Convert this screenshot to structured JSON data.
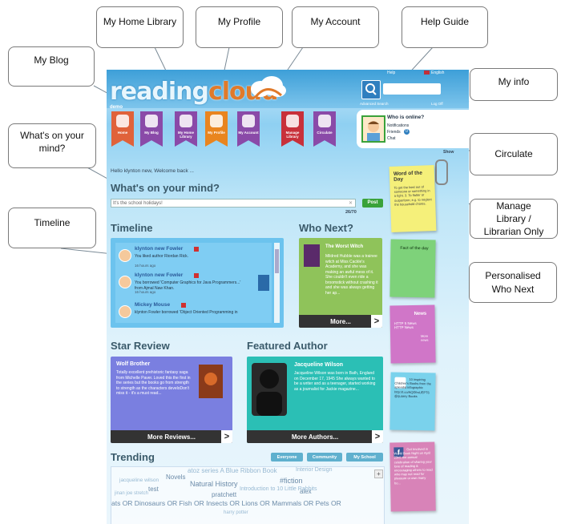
{
  "callouts": {
    "home_library": "My Home Library",
    "profile": "My Profile",
    "account": "My Account",
    "help_guide": "Help Guide",
    "blog": "My Blog",
    "whats_on_mind": "What's on your mind?",
    "my_info": "My info",
    "circulate": "Circulate",
    "manage_library": "Manage Library / Librarian Only",
    "timeline": "Timeline",
    "personalised": "Personalised Who Next"
  },
  "header": {
    "logo_left": "reading",
    "logo_right": "cloud",
    "user_tag": "demo",
    "help": "Help",
    "language": "English",
    "advanced_search": "Advanced Search",
    "logout": "Log Off",
    "search_value": ""
  },
  "nav": [
    {
      "label": "Home",
      "color": "#e0623a"
    },
    {
      "label": "My Blog",
      "color": "#8a4aa8"
    },
    {
      "label": "My Home Library",
      "color": "#8a4aa8"
    },
    {
      "label": "My Profile",
      "color": "#e9851f"
    },
    {
      "label": "My Account",
      "color": "#8a4aa8"
    },
    {
      "label": "Manage Library",
      "color": "#c8303a"
    },
    {
      "label": "Circulate",
      "color": "#8a4aa8"
    }
  ],
  "online": {
    "title": "Who is online?",
    "items": [
      "Notifications",
      "Friends",
      "Chat"
    ],
    "friends_count": "0",
    "show": "Show"
  },
  "welcome": "Hello klynton new, Welcome back ...",
  "mind": {
    "heading": "What's on your mind?",
    "value": "It's the school holidays!",
    "counter": "26/70",
    "post": "Post"
  },
  "timeline": {
    "heading": "Timeline",
    "entries": [
      {
        "name": "klynton new Fowler",
        "text": "You liked author Riordan Rick.",
        "time": "16 hours ago"
      },
      {
        "name": "klynton new Fowler",
        "text": "You borrowed 'Computer Graphics for Java Programmers...' from Ajmal Naw Khan.",
        "time": "16 hours ago"
      },
      {
        "name": "Mickey Mouse",
        "text": "klynton Fowler borrowed 'Object Oriented Programming in",
        "time": ""
      }
    ]
  },
  "who_next": {
    "heading": "Who Next?",
    "title": "The Worst Witch",
    "text": "Mildred Hubble was a trainee witch at Miss Cackle's Academy, and she was making an awful mess of it. She couldn't even ride a broomstick without crashing it and she was always getting her ap...",
    "more": "More..."
  },
  "star_review": {
    "heading": "Star Review",
    "title": "Wolf Brother",
    "text": "Totally excellent prehistoric fantasy saga from Michelle Paver. Loved this the first in the series but the books go from strength to strength as the characters develoDon't miss it - it's a must read...",
    "more": "More Reviews..."
  },
  "featured_author": {
    "heading": "Featured Author",
    "name": "Jacqueline Wilson",
    "text": "Jacqueline Wilson was born in Bath, England on December 17, 1945 She always wanted to be a writer and as a teenager, started working as a journalist for Jackie magazine...",
    "more": "More Authors..."
  },
  "trending": {
    "heading": "Trending",
    "tabs": [
      "Everyone",
      "Community",
      "My School"
    ],
    "words": [
      "atoz series A Blue Ribbon Book",
      "Novels",
      "jacqueline wilson",
      "test",
      "Natural History",
      "#fiction",
      "pratchett",
      "ats OR Dinosaurs OR Fish OR Insects OR Lions OR Mammals OR Pets OR",
      "Interior Design",
      "alex",
      "Introduction to 10 Little Rabbits",
      "jinan joe stretch",
      "harry potter"
    ]
  },
  "notes": {
    "word_title": "Word of the Day",
    "word_text": "To get the best out of someone or something in a fight. 3. To flatter or outperform; e.g. to neglect the household chores.",
    "fact_title": "Fact of the day",
    "news_title": "News",
    "news_text": "HTTP 5 News HTTP News",
    "news_more": "More news",
    "twitter_text": "10 inspiring Children's Books from the splendid infographic http://t.co/AQDfmUEPT6 @quaery Books",
    "facebook_text": "Get Involved in World Book Night on April 23rd, the annual celebration of sharing your love of reading & encouraging others to read who may not read for pleasure or own many bo..."
  }
}
